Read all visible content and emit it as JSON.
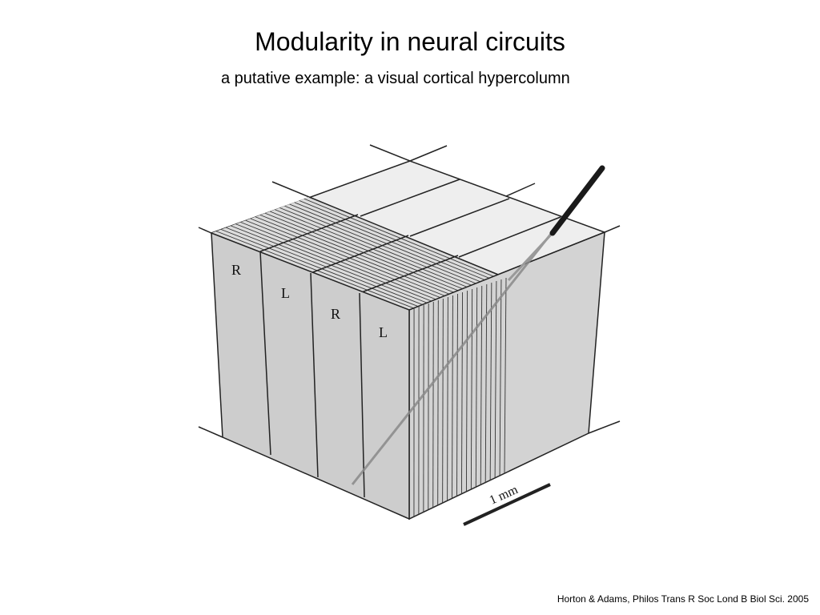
{
  "slide": {
    "title": "Modularity in neural circuits",
    "subtitle": "a putative example: a visual cortical hypercolumn",
    "citation": "Horton & Adams, Philos Trans R Soc Lond B Biol Sci. 2005"
  },
  "diagram": {
    "column_labels": [
      "R",
      "L",
      "R",
      "L"
    ],
    "scale_bar_label": "1 mm",
    "colors": {
      "front_face": "#cfcfcf",
      "right_face": "#d4d4d4",
      "top_face": "#eeeeee",
      "lines": "#222222",
      "electrode": "#1a1a1a"
    }
  }
}
